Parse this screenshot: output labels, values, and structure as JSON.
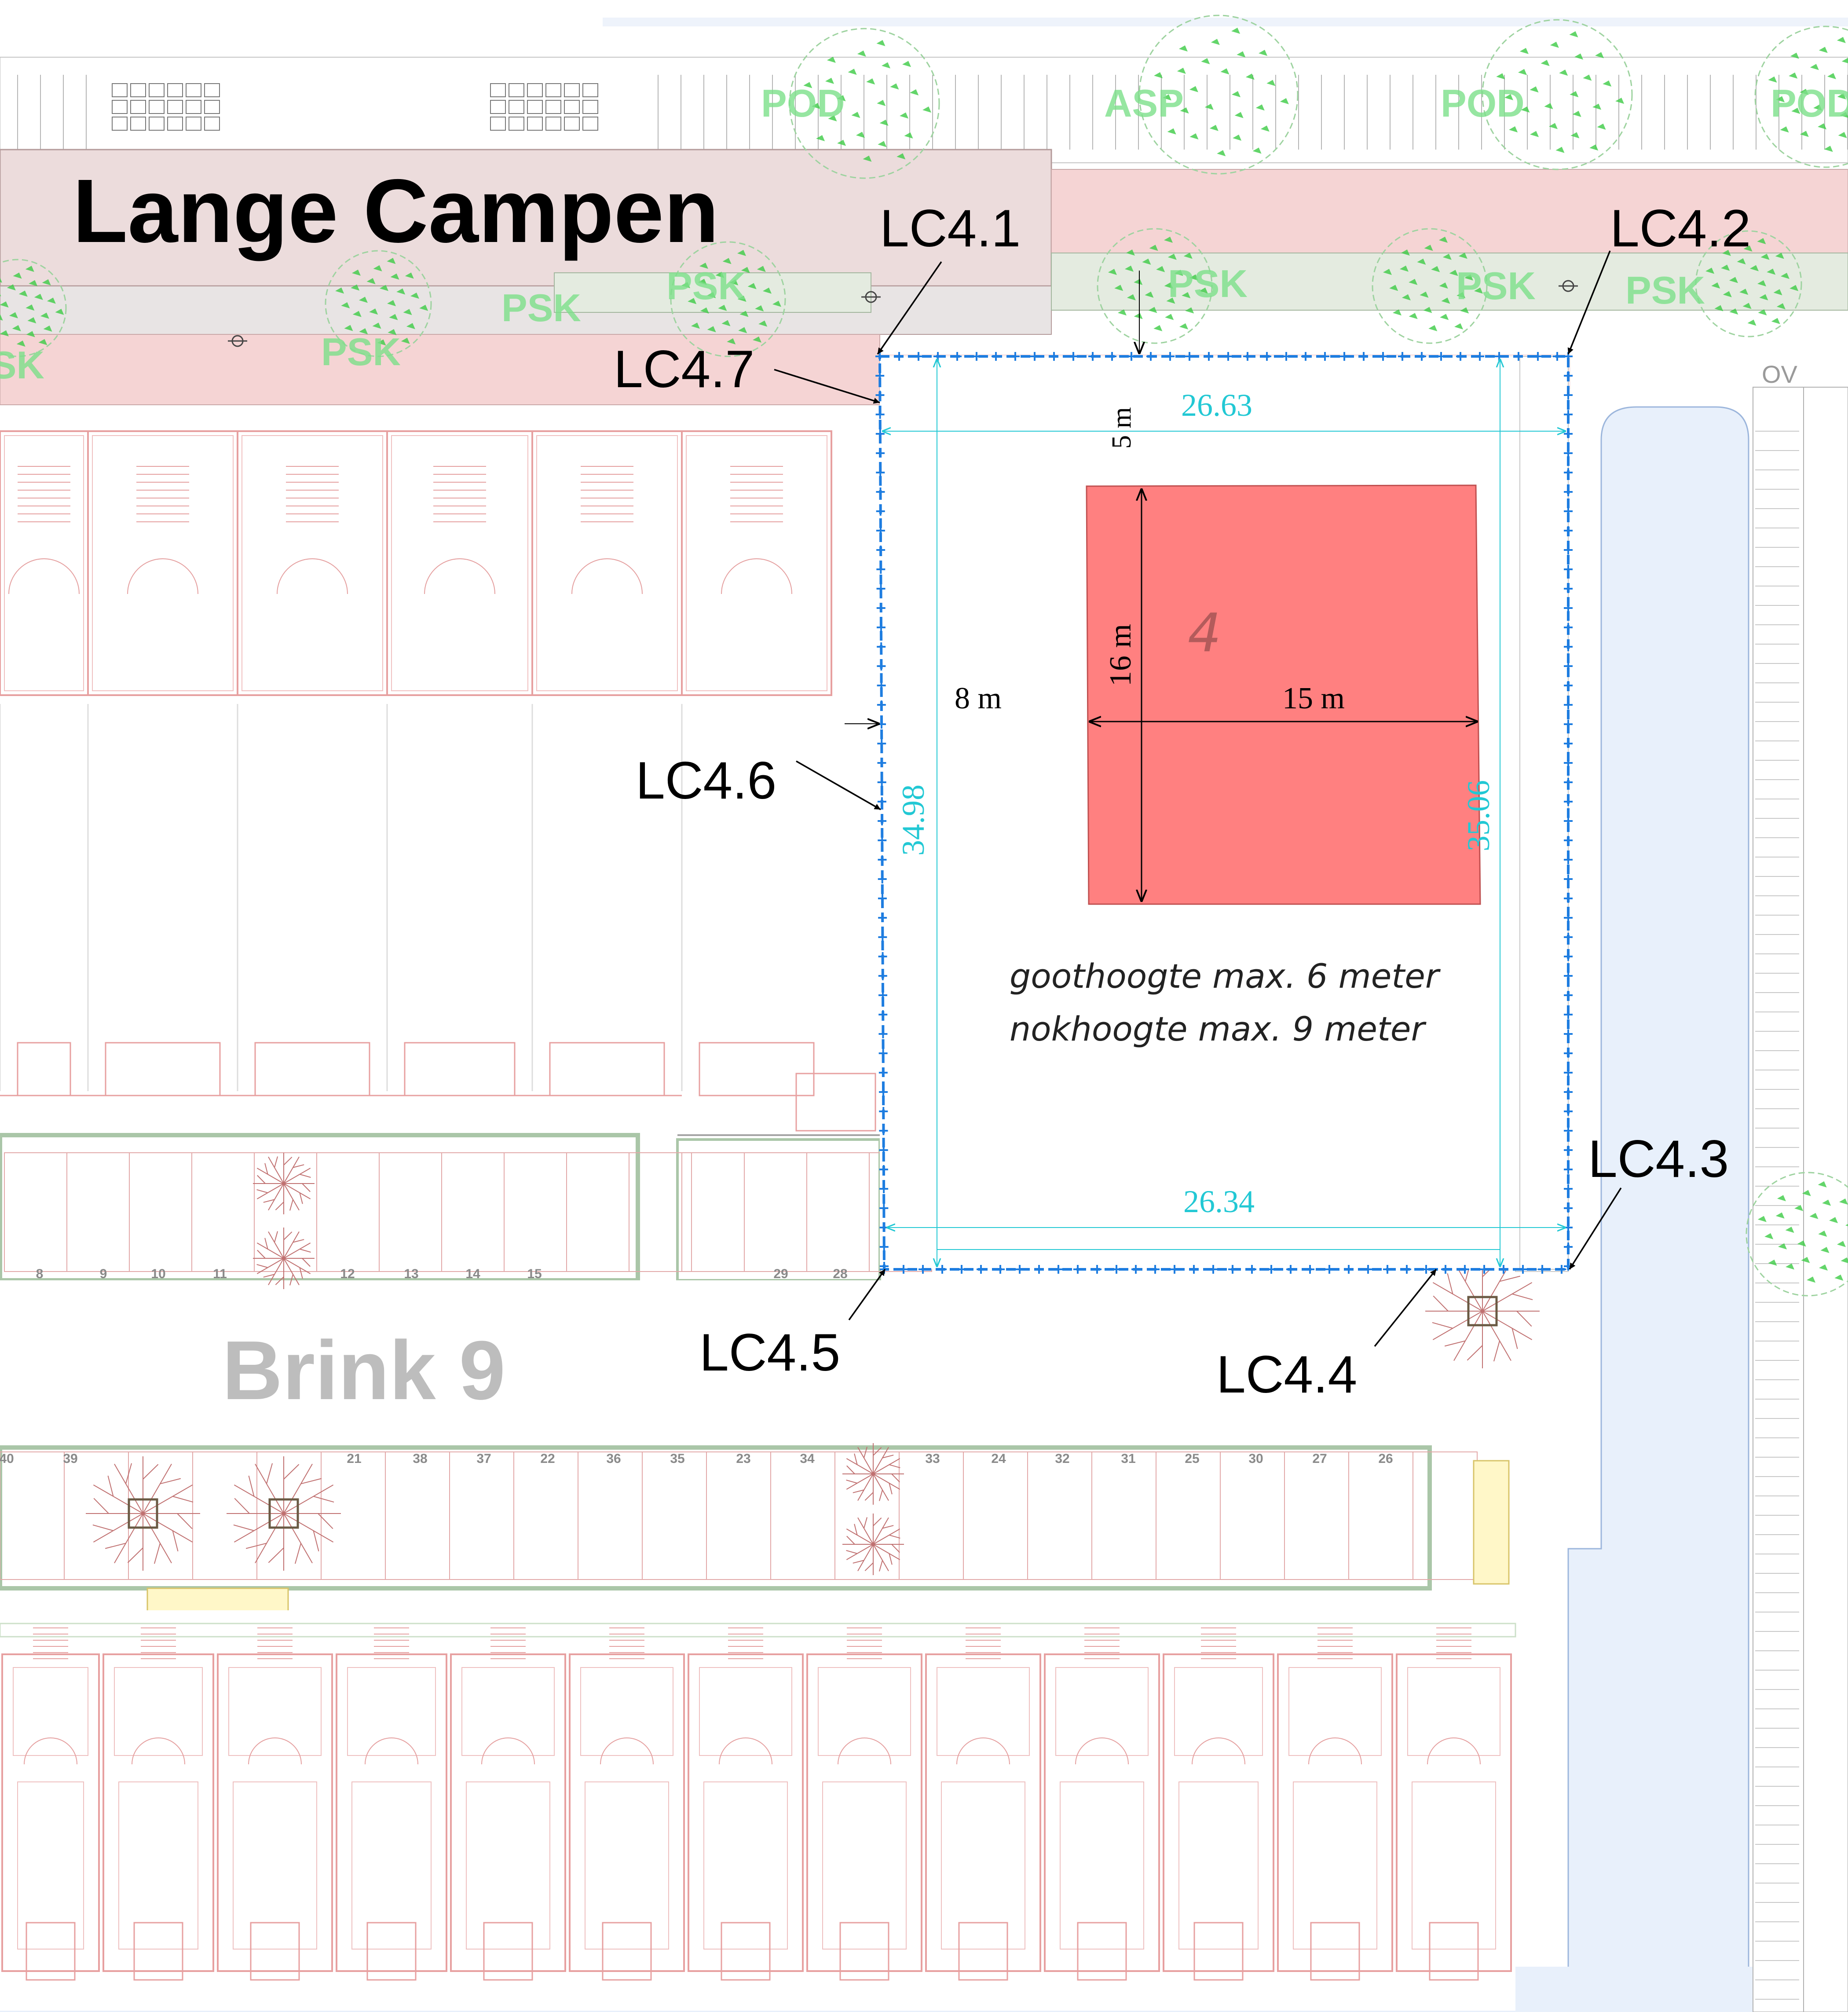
{
  "streets": {
    "north": "Lange Campen",
    "south": "Brink 9"
  },
  "plot": {
    "number": "4",
    "notes": [
      "goothoogte max. 6 meter",
      "nokhoogte max. 9 meter"
    ]
  },
  "points": {
    "p1": "LC4.1",
    "p2": "LC4.2",
    "p3": "LC4.3",
    "p4": "LC4.4",
    "p5": "LC4.5",
    "p6": "LC4.6",
    "p7": "LC4.7"
  },
  "dims": {
    "top": "26.63",
    "bottom": "26.34",
    "left": "34.98",
    "right": "35.06",
    "setback_front": "5 m",
    "setback_side": "8 m",
    "building_width": "15 m",
    "building_depth": "16 m"
  },
  "codes": {
    "pod": "POD",
    "asp": "ASP",
    "psk": "PSK",
    "ov": "OV"
  },
  "parking_numbers": {
    "upper": [
      "8",
      "9",
      "10",
      "11",
      "12",
      "13",
      "14",
      "15",
      "29",
      "28"
    ],
    "lower": [
      "40",
      "39",
      "21",
      "38",
      "37",
      "22",
      "36",
      "35",
      "23",
      "34",
      "33",
      "24",
      "32",
      "31",
      "25",
      "30",
      "27",
      "26"
    ]
  },
  "colors": {
    "building": "#ff8080",
    "road_band": "#f5d4d4",
    "plot_boundary": "#1e7de0",
    "dimension": "#22c8d4",
    "tree_green": "#22bb33",
    "water": "#e8f0fb"
  }
}
